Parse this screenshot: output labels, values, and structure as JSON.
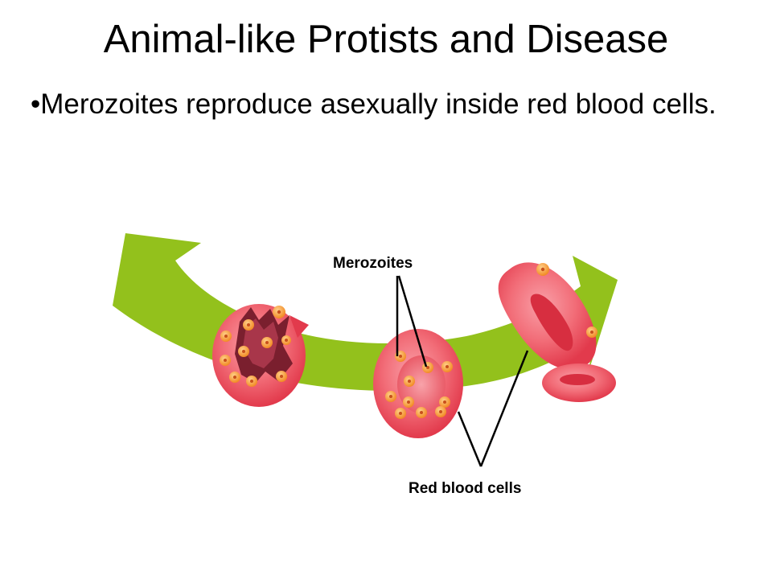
{
  "slide": {
    "title": "Animal-like Protists and Disease",
    "bullet": "•Merozoites reproduce asexually inside red blood cells."
  },
  "diagram": {
    "label_merozoites": "Merozoites",
    "label_red_blood_cells": "Red blood cells",
    "colors": {
      "arrow": "#93C11C",
      "cell_light": "#F26D78",
      "cell_dark": "#E23A4C",
      "cell_inner": "#F58A92",
      "merozoite": "#F7A23B",
      "merozoite_dot": "#C8501C"
    }
  }
}
